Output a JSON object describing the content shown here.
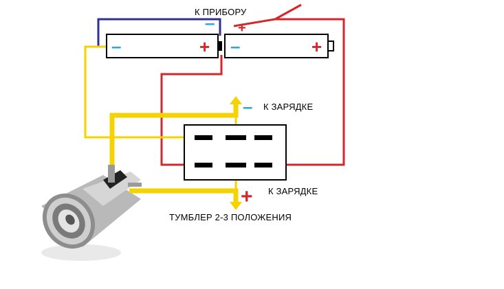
{
  "labels": {
    "to_device": "К ПРИБОРУ",
    "to_charger_minus": "К ЗАРЯДКЕ",
    "to_charger_plus": "К ЗАРЯДКЕ",
    "toggle_switch": "ТУМБЛЕР 2-3 ПОЛОЖЕНИЯ"
  },
  "colors": {
    "wire_red": "#d4262b",
    "wire_blue": "#2e3192",
    "wire_yellow": "#f5d300",
    "minus_sign": "#2aa8d8",
    "plus_sign": "#d4262b",
    "outline": "#000000"
  },
  "components": {
    "batteries": [
      "battery-left",
      "battery-right"
    ],
    "switch": "toggle-switch-6-pin",
    "connector": "dc-power-jack",
    "power_switch": "on-off-switch"
  }
}
